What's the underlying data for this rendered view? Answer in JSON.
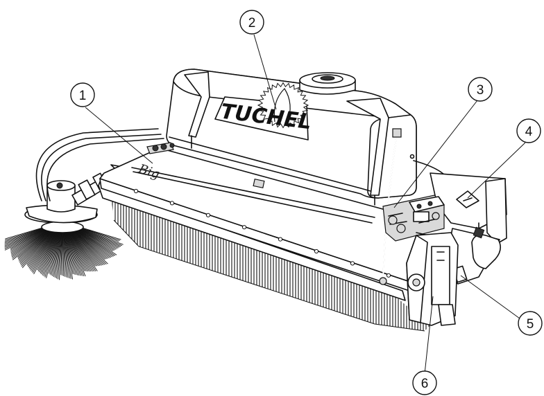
{
  "figure": {
    "brand_logo": "TUCHEL",
    "signature_mark": "Big",
    "callouts": [
      {
        "id": "1",
        "label": "1"
      },
      {
        "id": "2",
        "label": "2"
      },
      {
        "id": "3",
        "label": "3"
      },
      {
        "id": "4",
        "label": "4"
      },
      {
        "id": "5",
        "label": "5"
      },
      {
        "id": "6",
        "label": "6"
      }
    ]
  },
  "colors": {
    "line": "#111111",
    "background": "#ffffff",
    "shade": "#d9d9d9"
  }
}
